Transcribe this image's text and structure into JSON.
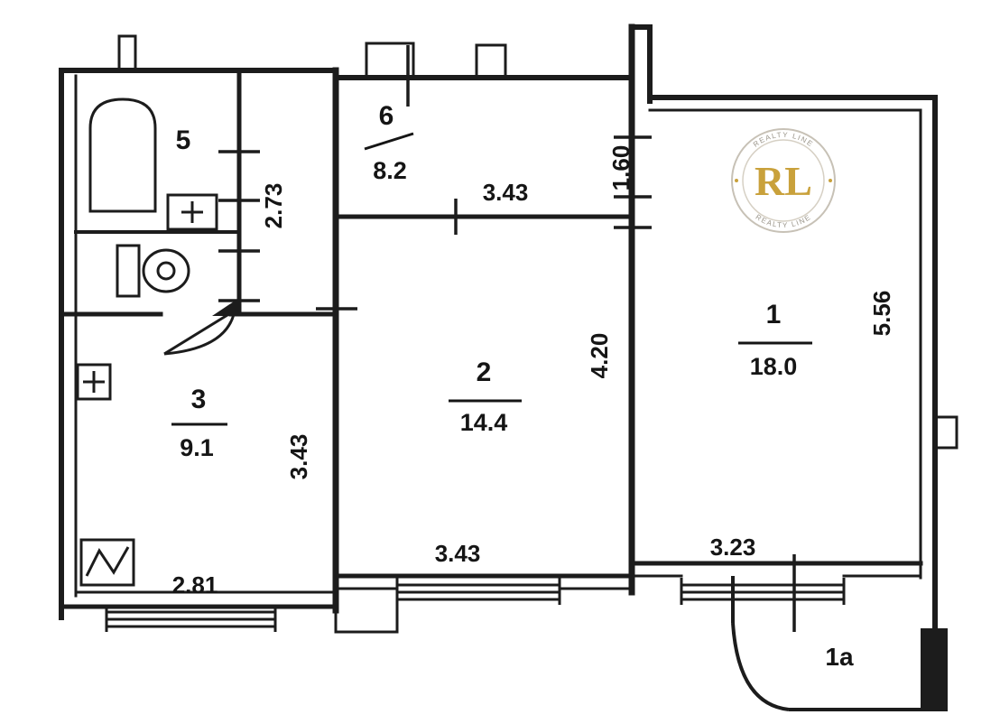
{
  "plan": {
    "background": "#ffffff",
    "line_color": "#1c1c1c"
  },
  "rooms": {
    "room1": {
      "number": "1",
      "area": "18.0"
    },
    "room2": {
      "number": "2",
      "area": "14.4"
    },
    "room3": {
      "number": "3",
      "area": "9.1"
    },
    "room5": {
      "number": "5"
    },
    "room6": {
      "number": "6",
      "area": "8.2"
    },
    "balcony": {
      "number": "1a"
    }
  },
  "dims": {
    "hall_height": "2.73",
    "room6_width": "3.43",
    "niche_width": "1.60",
    "room1_height": "5.56",
    "room2_height": "4.20",
    "room3_height": "3.43",
    "room3_width": "2.81",
    "room2_width": "3.43",
    "room1_width": "3.23"
  },
  "watermark": {
    "initials": "RL",
    "ring_text_top": "REALTY LINE",
    "ring_text_bottom": "REALTY LINE",
    "accent_color": "#c9a13b"
  }
}
